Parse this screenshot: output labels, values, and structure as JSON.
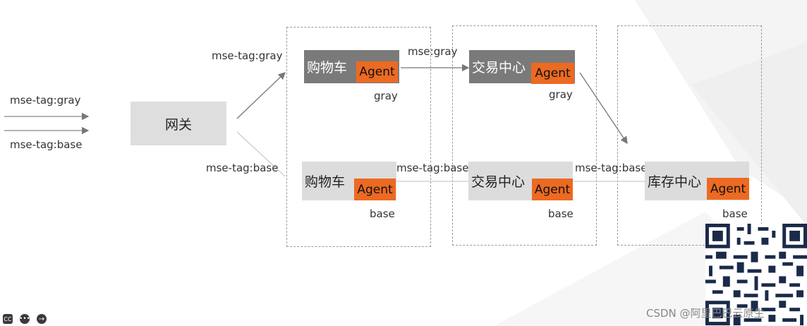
{
  "incoming": {
    "gray_tag": "mse-tag:gray",
    "base_tag": "mse-tag:base"
  },
  "gateway": {
    "label": "网关"
  },
  "routes": {
    "to_gray": "mse-tag:gray",
    "to_base": "mse-tag:base"
  },
  "gray_lane": {
    "cart": {
      "name": "购物车",
      "agent": "Agent",
      "tag": "gray"
    },
    "trade": {
      "name": "交易中心",
      "agent": "Agent",
      "tag": "gray"
    },
    "link_label": "mse:gray"
  },
  "base_lane": {
    "cart": {
      "name": "购物车",
      "agent": "Agent",
      "tag": "base"
    },
    "trade": {
      "name": "交易中心",
      "agent": "Agent",
      "tag": "base"
    },
    "inventory": {
      "name": "库存中心",
      "agent": "Agent",
      "tag": "base"
    },
    "link_label_1": "mse-tag:base",
    "link_label_2": "mse-tag:base"
  },
  "watermark": "CSDN @阿里巴巴云原生",
  "colors": {
    "agent": "#ec6a22",
    "gray_box": "#7a7a7a",
    "base_box": "#dcdcdc"
  },
  "icons": [
    "cc-icon",
    "more-icon",
    "next-arrow-icon",
    "qr-code-icon"
  ]
}
